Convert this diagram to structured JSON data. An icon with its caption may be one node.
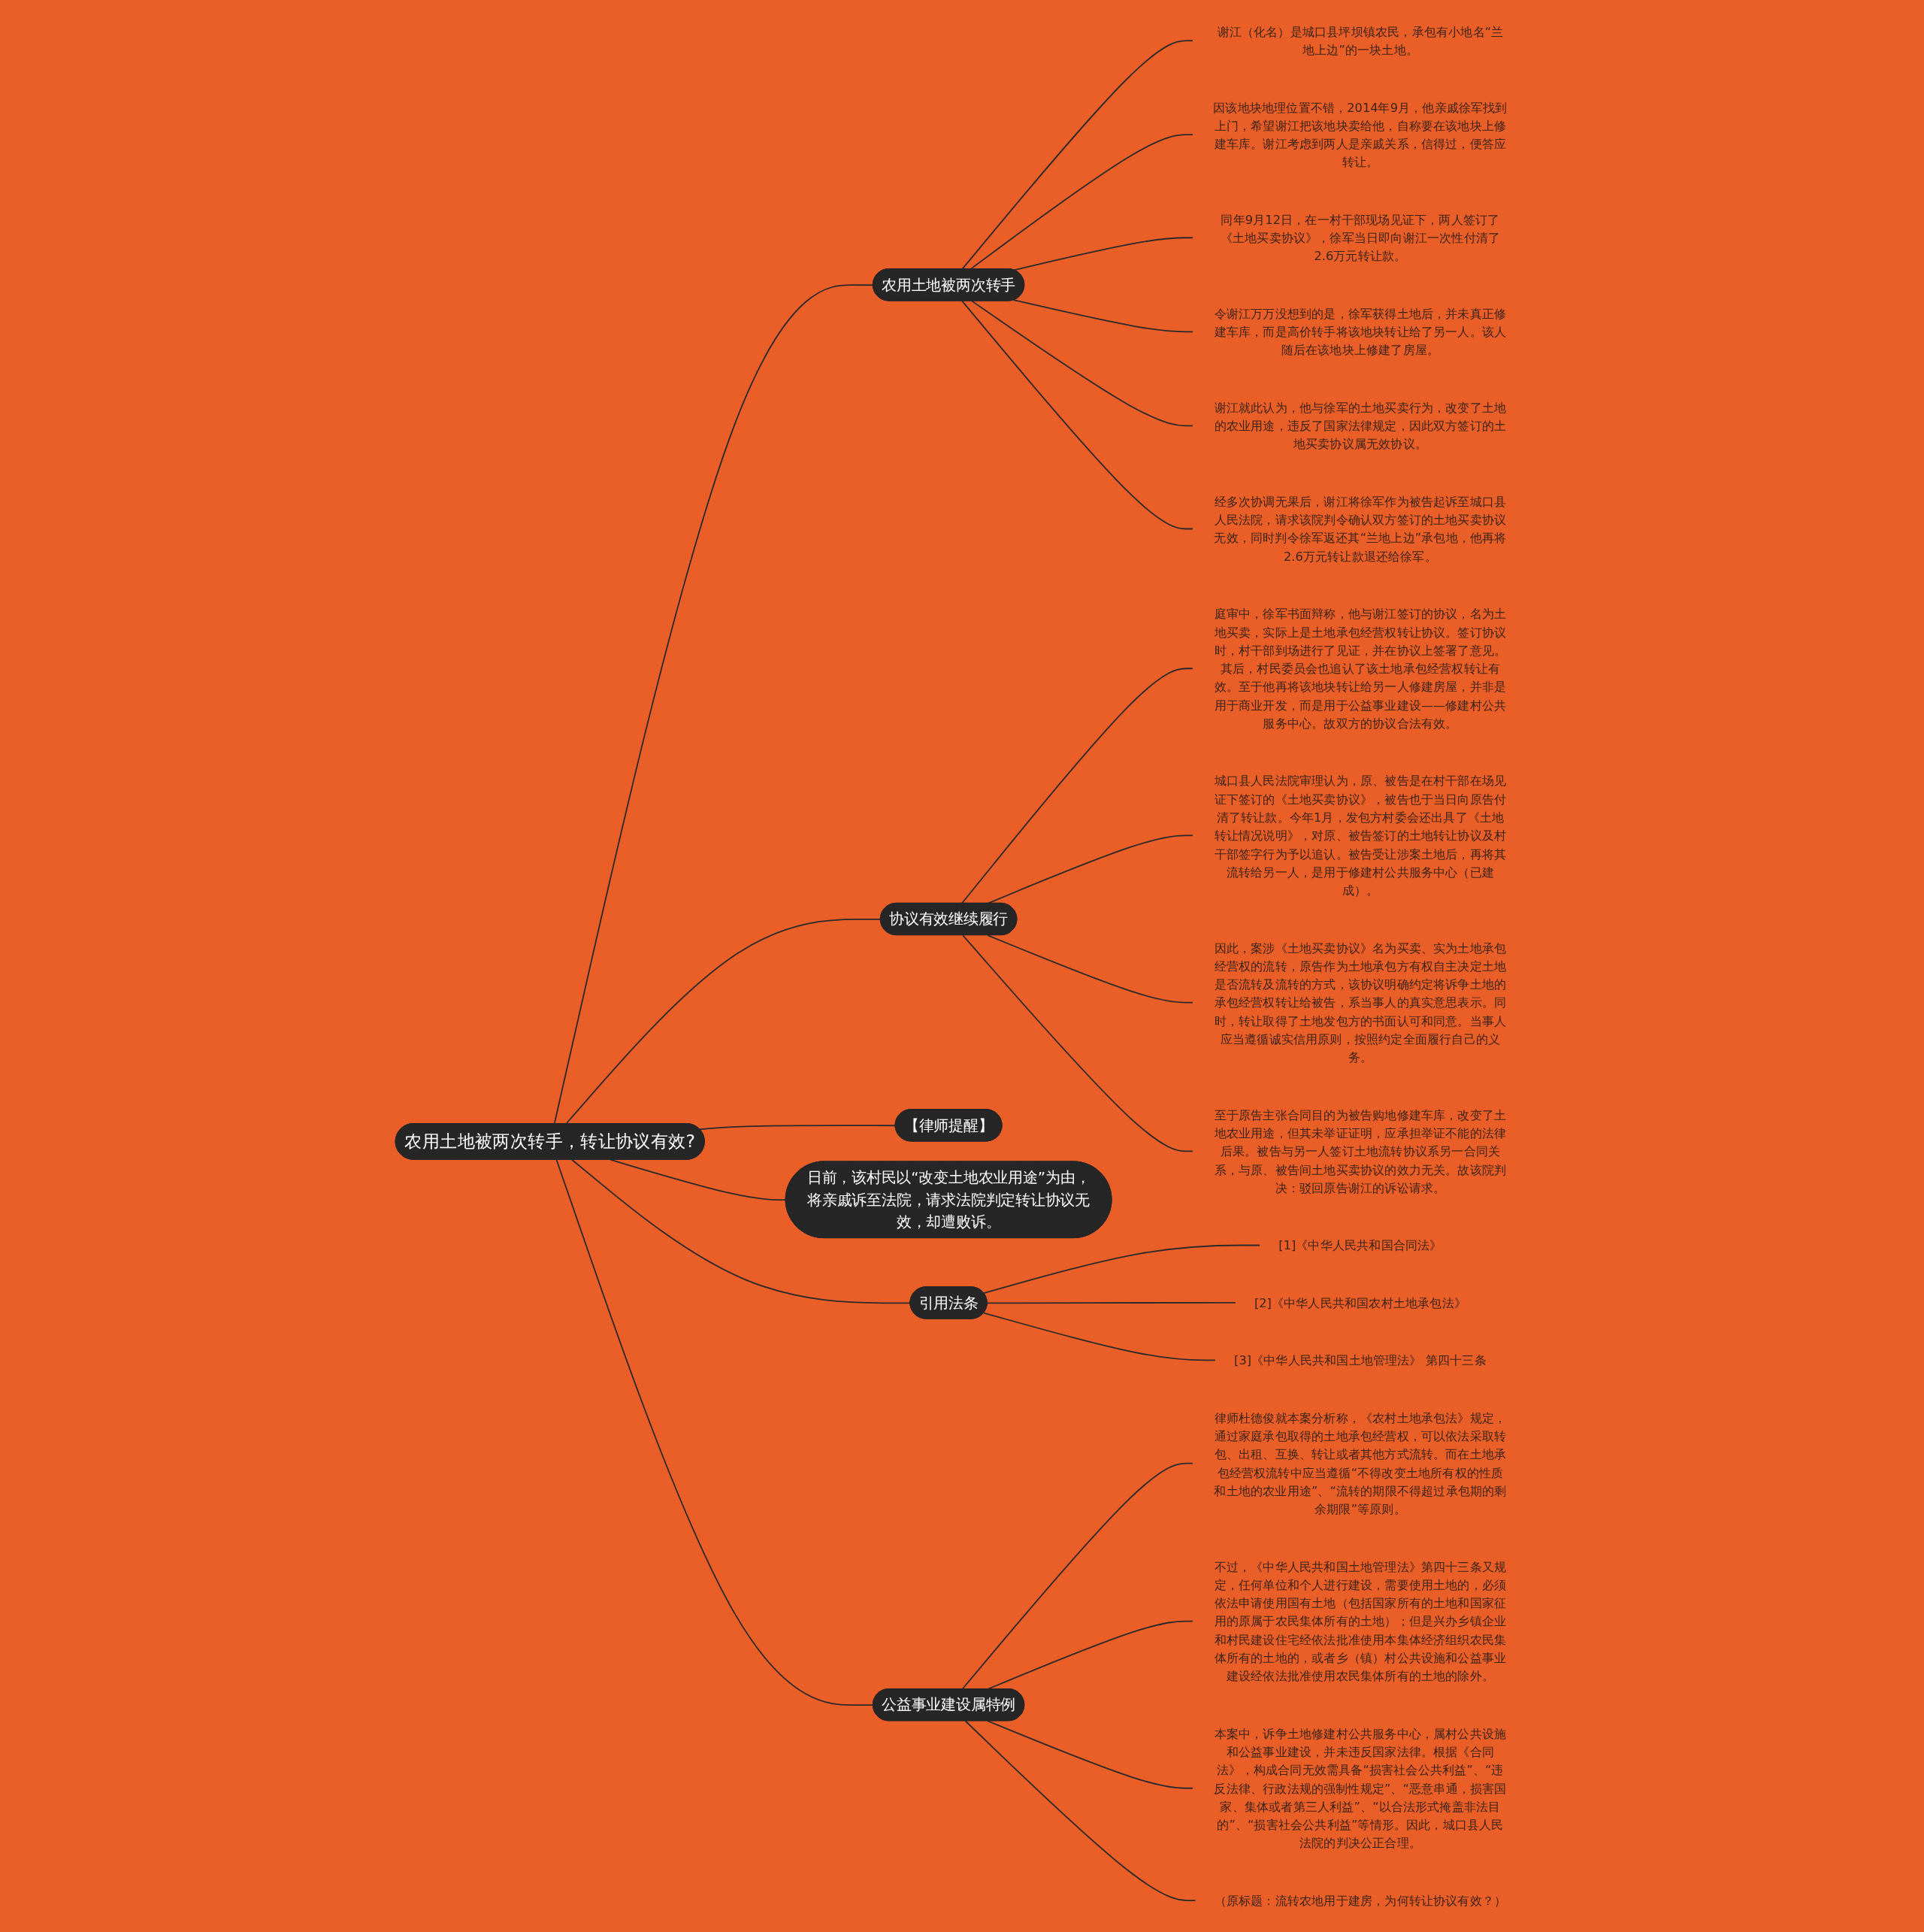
{
  "diagram": {
    "nodes": [
      {
        "text": [
          "农用土地被两次转手，转让协议有效?"
        ]
      },
      {
        "text": [
          "日前，该村民以“改变土地农业用途”为由，将亲戚诉至法院，请求法院判定转让协议无效，却遭败诉。"
        ]
      },
      {
        "text": [
          "农用土地被两次转手"
        ]
      },
      {
        "text": [
          "谢江（化名）是城口县坪坝镇农民，承包有小地名“兰地上边”的一块土地。"
        ]
      },
      {
        "text": [
          "因该地块地理位置不错，2014年9月，他亲戚徐军找到上门，希望谢江把该地块卖给他，自称要在该地块上修建车库。谢江考虑到两人是亲戚关系，信得过，便答应转让。"
        ]
      },
      {
        "text": [
          "同年9月12日，在一村干部现场见证下，两人签订了《土地买卖协议》，徐军当日即向谢江一次性付清了2.6万元转让款。"
        ]
      },
      {
        "text": [
          "令谢江万万没想到的是，徐军获得土地后，并未真正修建车库，而是高价转手将该地块转让给了另一人。该人随后在该地块上修建了房屋。"
        ]
      },
      {
        "text": [
          "谢江就此认为，他与徐军的土地买卖行为，改变了土地的农业用途，违反了国家法律规定，因此双方签订的土地买卖协议属无效协议。"
        ]
      },
      {
        "text": [
          "经多次协调无果后，谢江将徐军作为被告起诉至城口县人民法院，请求该院判令确认双方签订的土地买卖协议无效，同时判令徐军返还其“兰地上边”承包地，他再将2.6万元转让款退还给徐军。"
        ]
      },
      {
        "text": [
          "协议有效继续履行"
        ]
      },
      {
        "text": [
          "庭审中，徐军书面辩称，他与谢江签订的协议，名为土地买卖，实际上是土地承包经营权转让协议。签订协议时，村干部到场进行了见证，并在协议上签署了意见。其后，村民委员会也追认了该土地承包经营权转让有效。至于他再将该地块转让给另一人修建房屋，并非是用于商业开发，而是用于公益事业建设——修建村公共服务中心。故双方的协议合法有效。"
        ]
      },
      {
        "text": [
          "城口县人民法院审理认为，原、被告是在村干部在场见证下签订的《土地买卖协议》，被告也于当日向原告付清了转让款。今年1月，发包方村委会还出具了《土地转让情况说明》，对原、被告签订的土地转让协议及村干部签字行为予以追认。被告受让涉案土地后，再将其流转给另一人，是用于修建村公共服务中心（已建成）。"
        ]
      },
      {
        "text": [
          "因此，案涉《土地买卖协议》名为买卖、实为土地承包经营权的流转，原告作为土地承包方有权自主决定土地是否流转及流转的方式，该协议明确约定将诉争土地的承包经营权转让给被告，系当事人的真实意思表示。同时，转让取得了土地发包方的书面认可和同意。当事人应当遵循诚实信用原则，按照约定全面履行自己的义务。"
        ]
      },
      {
        "text": [
          "至于原告主张合同目的为被告购地修建车库，改变了土地农业用途，但其未举证证明，应承担举证不能的法律后果。被告与另一人签订土地流转协议系另一合同关系，与原、被告间土地买卖协议的效力无关。故该院判决：驳回原告谢江的诉讼请求。"
        ]
      },
      {
        "text": [
          "【律师提醒】"
        ]
      },
      {
        "text": [
          "引用法条"
        ]
      },
      {
        "text": [
          "[1]《中华人民共和国合同法》"
        ]
      },
      {
        "text": [
          "[2]《中华人民共和国农村土地承包法》"
        ]
      },
      {
        "text": [
          "[3]《中华人民共和国土地管理法》 第四十三条"
        ]
      },
      {
        "text": [
          "公益事业建设属特例"
        ]
      },
      {
        "text": [
          "律师杜德俊就本案分析称，《农村土地承包法》规定，通过家庭承包取得的土地承包经营权，可以依法采取转包、出租、互换、转让或者其他方式流转。而在土地承包经营权流转中应当遵循“不得改变土地所有权的性质和土地的农业用途”、“流转的期限不得超过承包期的剩余期限”等原则。"
        ]
      },
      {
        "text": [
          "不过，《中华人民共和国土地管理法》第四十三条又规定，任何单位和个人进行建设，需要使用土地的，必须依法申请使用国有土地（包括国家所有的土地和国家征用的原属于农民集体所有的土地）；但是兴办乡镇企业和村民建设住宅经依法批准使用本集体经济组织农民集体所有的土地的，或者乡（镇）村公共设施和公益事业建设经依法批准使用农民集体所有的土地的除外。"
        ]
      },
      {
        "text": [
          "本案中，诉争土地修建村公共服务中心，属村公共设施和公益事业建设，并未违反国家法律。根据《合同法》，构成合同无效需具备“损害社会公共利益”、“违反法律、行政法规的强制性规定”、“恶意串通，损害国家、集体或者第三人利益”、“以合法形式掩盖非法目的”、“损害社会公共利益”等情形。因此，城口县人民法院的判决公正合理。"
        ]
      },
      {
        "text": [
          "（原标题：流转农地用于建房，为何转让协议有效？）"
        ]
      }
    ],
    "edges": [
      {
        "from": 0,
        "to": 1,
        "arrow": "none"
      },
      {
        "from": 0,
        "to": 2,
        "arrow": "none"
      },
      {
        "from": 2,
        "to": 3,
        "arrow": "none"
      },
      {
        "from": 2,
        "to": 4,
        "arrow": "none"
      },
      {
        "from": 2,
        "to": 5,
        "arrow": "none"
      },
      {
        "from": 2,
        "to": 6,
        "arrow": "none"
      },
      {
        "from": 2,
        "to": 7,
        "arrow": "none"
      },
      {
        "from": 2,
        "to": 8,
        "arrow": "none"
      },
      {
        "from": 0,
        "to": 9,
        "arrow": "none"
      },
      {
        "from": 9,
        "to": 10,
        "arrow": "none"
      },
      {
        "from": 9,
        "to": 11,
        "arrow": "none"
      },
      {
        "from": 9,
        "to": 12,
        "arrow": "none"
      },
      {
        "from": 9,
        "to": 13,
        "arrow": "none"
      },
      {
        "from": 0,
        "to": 14,
        "arrow": "none"
      },
      {
        "from": 0,
        "to": 15,
        "arrow": "none"
      },
      {
        "from": 15,
        "to": 16,
        "arrow": "none"
      },
      {
        "from": 15,
        "to": 17,
        "arrow": "none"
      },
      {
        "from": 15,
        "to": 18,
        "arrow": "none"
      },
      {
        "from": 0,
        "to": 19,
        "arrow": "none"
      },
      {
        "from": 19,
        "to": 20,
        "arrow": "none"
      },
      {
        "from": 19,
        "to": 21,
        "arrow": "none"
      },
      {
        "from": 19,
        "to": 22,
        "arrow": "none"
      },
      {
        "from": 19,
        "to": 23,
        "arrow": "none"
      }
    ]
  }
}
